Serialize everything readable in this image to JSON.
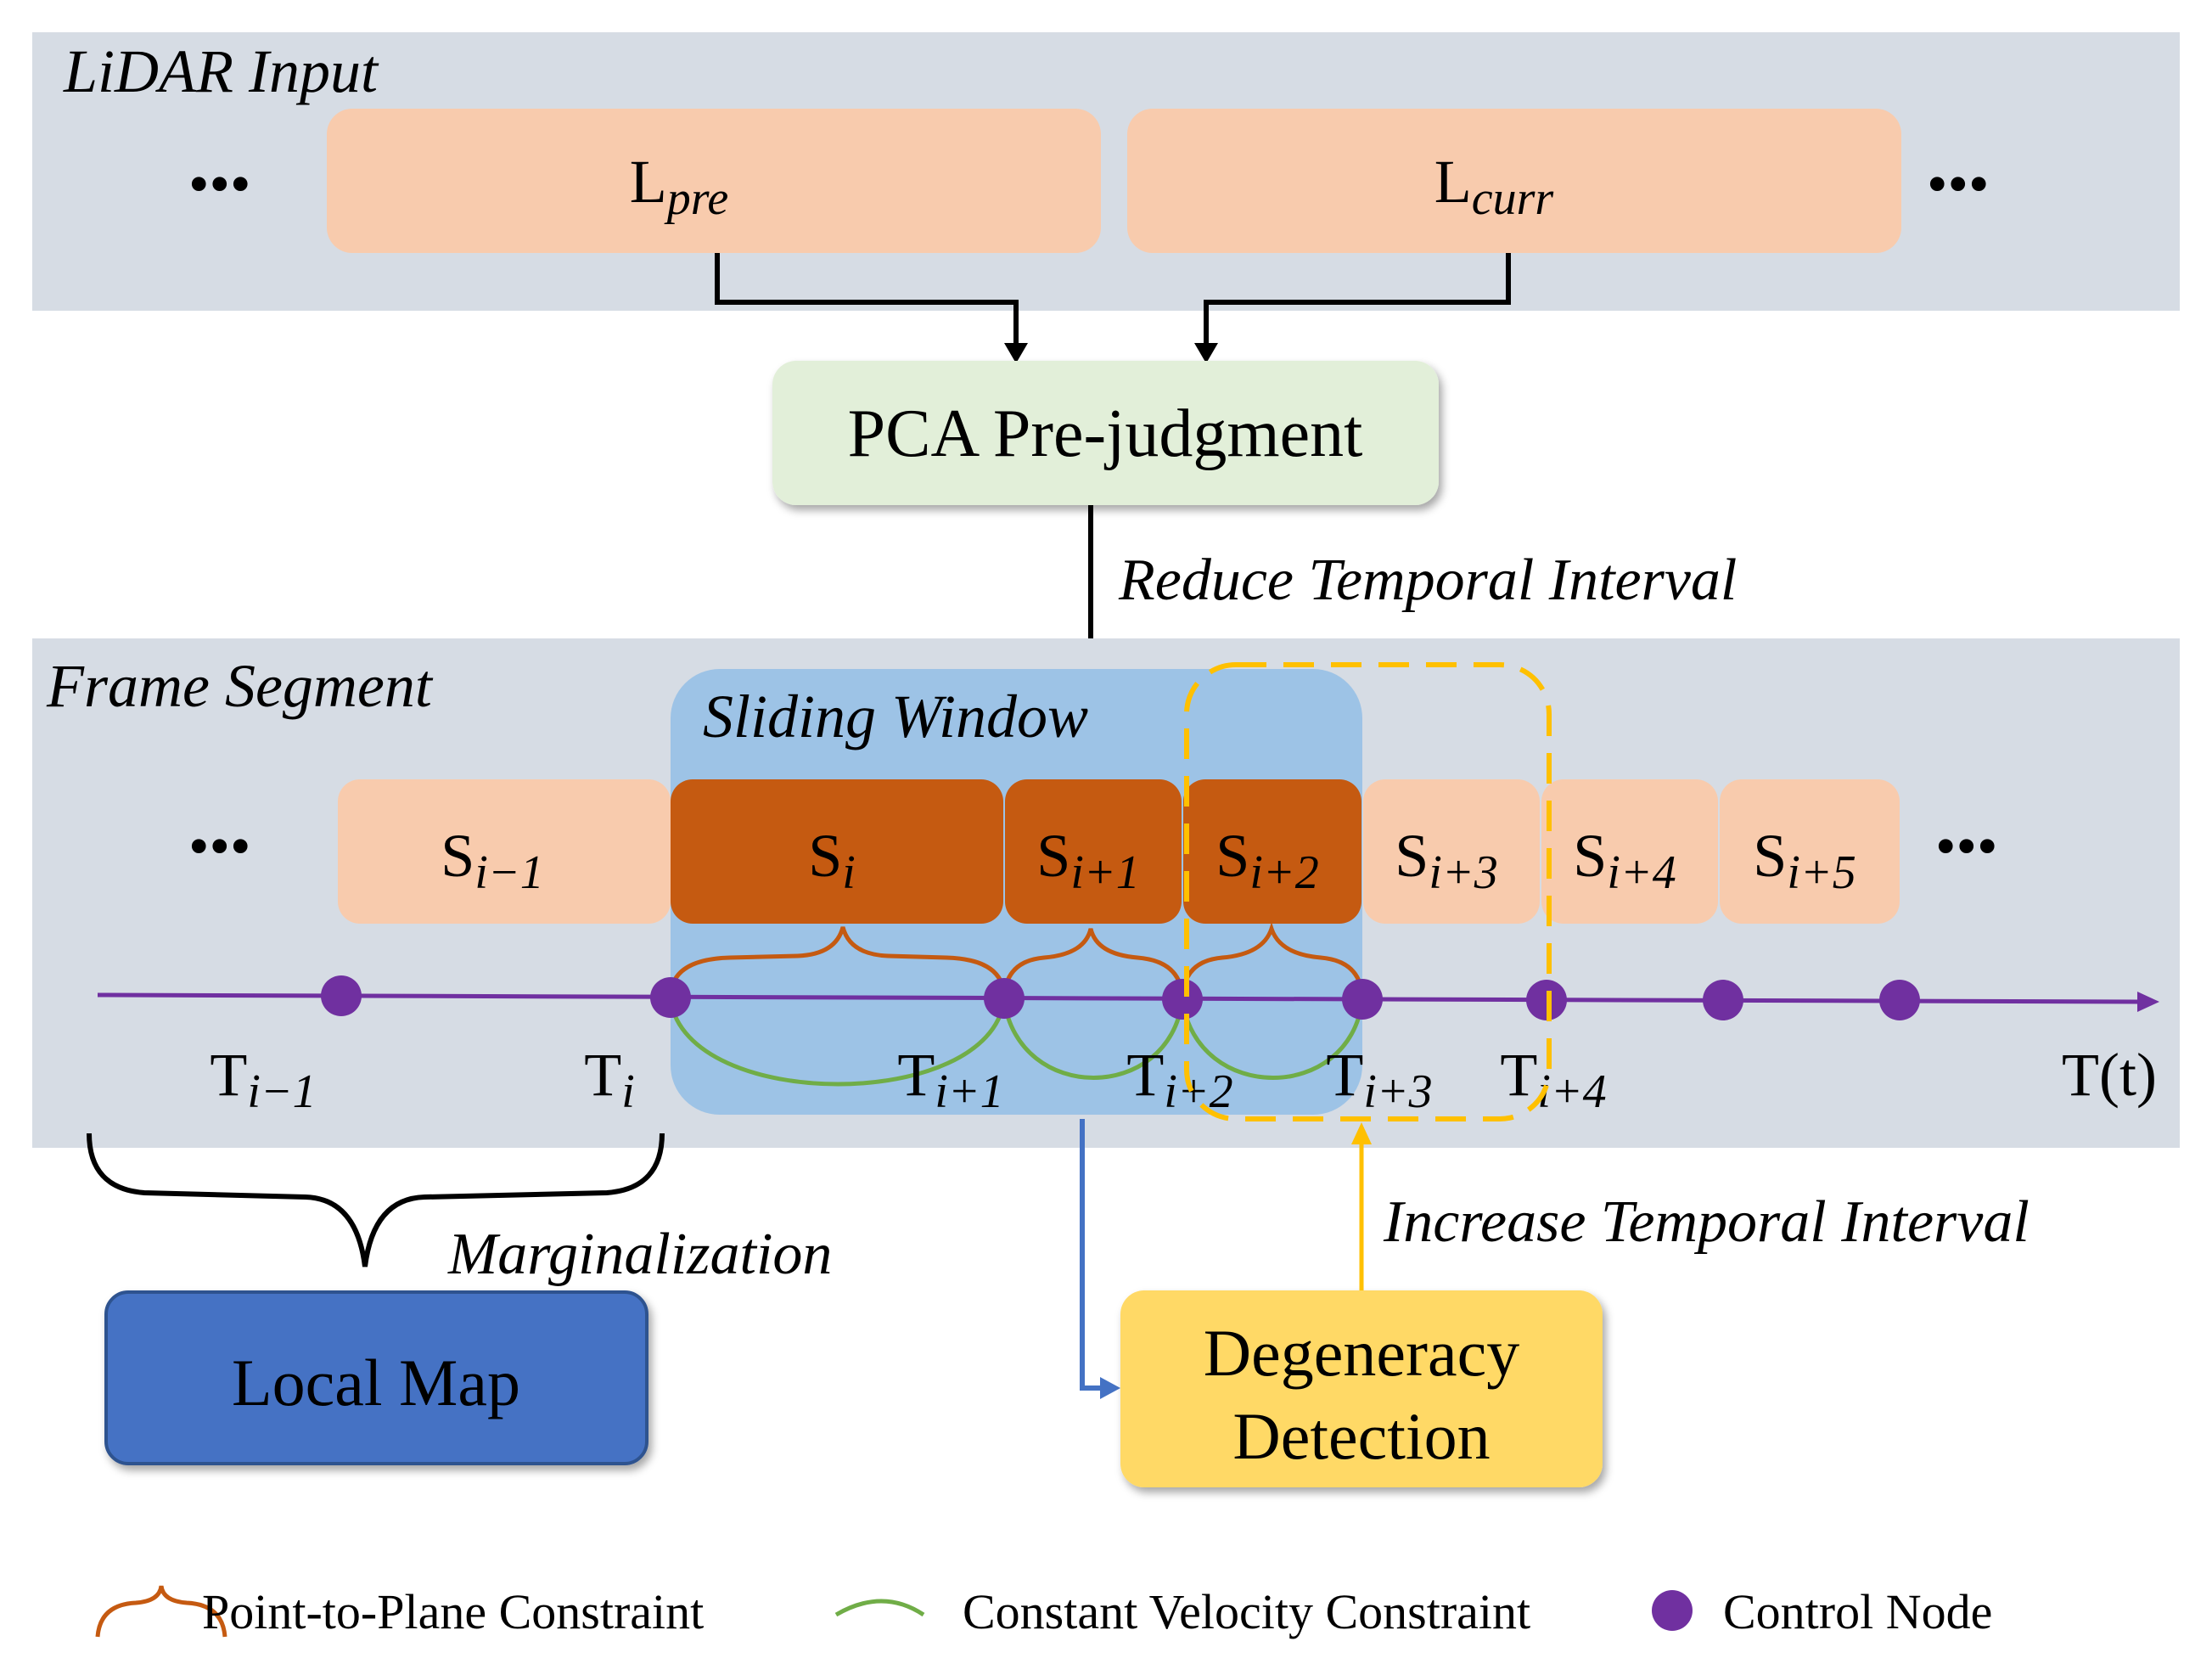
{
  "lidar_panel": {
    "title": "LiDAR Input",
    "pre_base": "L",
    "pre_sub": "pre",
    "curr_base": "L",
    "curr_sub": "curr",
    "ellipsis": "•••"
  },
  "pca_box": {
    "label": "PCA Pre-judgment"
  },
  "reduce_label": "Reduce Temporal Interval",
  "frame_panel": {
    "title": "Frame Segment",
    "sliding_window_label": "Sliding Window",
    "ellipsis": "•••",
    "segments": [
      {
        "base": "S",
        "sub": "i−1"
      },
      {
        "base": "S",
        "sub": "i"
      },
      {
        "base": "S",
        "sub": "i+1"
      },
      {
        "base": "S",
        "sub": "i+2"
      },
      {
        "base": "S",
        "sub": "i+3"
      },
      {
        "base": "S",
        "sub": "i+4"
      },
      {
        "base": "S",
        "sub": "i+5"
      }
    ],
    "timestamps": [
      {
        "base": "T",
        "sub": "i−1"
      },
      {
        "base": "T",
        "sub": "i"
      },
      {
        "base": "T",
        "sub": "i+1"
      },
      {
        "base": "T",
        "sub": "i+2"
      },
      {
        "base": "T",
        "sub": "i+3"
      },
      {
        "base": "T",
        "sub": "i+4"
      }
    ],
    "axis_label": "T(t)"
  },
  "marginalization_label": "Marginalization",
  "local_map": {
    "label": "Local Map"
  },
  "increase_label": "Increase Temporal Interval",
  "degeneracy_box": {
    "line1": "Degeneracy",
    "line2": "Detection"
  },
  "legend": {
    "point_to_plane": "Point-to-Plane Constraint",
    "constant_velocity": "Constant Velocity Constraint",
    "control_node": "Control Node"
  },
  "colors": {
    "panel_bg": "#d6dce4",
    "light_segment": "#f8cbad",
    "dark_segment": "#c55a11",
    "pca_box": "#e2efd9",
    "sliding_window": "#9dc3e6",
    "local_map": "#4472c4",
    "degeneracy_box": "#ffd966",
    "control_node": "#7030a0",
    "point_to_plane": "#c55a11",
    "constant_velocity": "#70ad47",
    "yellow_dash": "#ffc000",
    "blue_arrow": "#4472c4"
  }
}
